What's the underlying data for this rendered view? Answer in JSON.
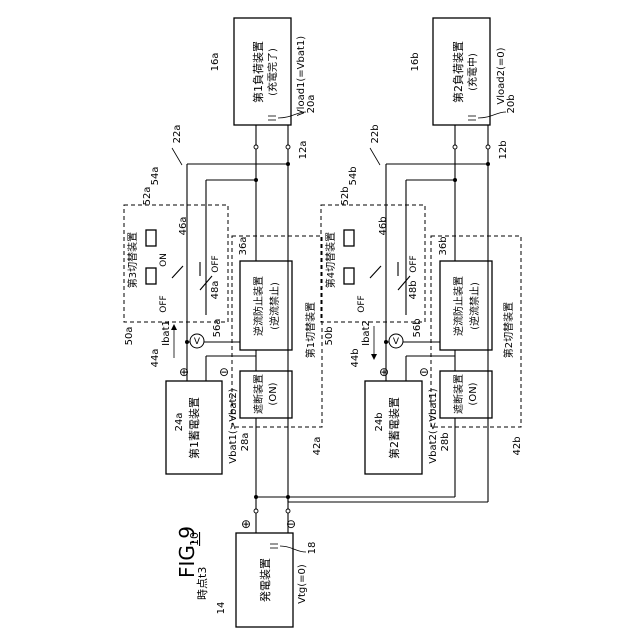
{
  "figure": {
    "title": "FIG.9",
    "time_label": "時点t3",
    "ref": "10"
  },
  "generator": {
    "ref": "14",
    "name": "発電装置",
    "voltage": "Vtg(=0)",
    "cap_ref": "18"
  },
  "battery1": {
    "ref": "24a",
    "name": "第1蓄電装置",
    "voltage": "Vbat1(>Vbat2)",
    "current": "Ibat1",
    "current_ref": "44a",
    "sensor": "V",
    "sensor_ref": "56a"
  },
  "battery2": {
    "ref": "24b",
    "name": "第2蓄電装置",
    "voltage": "Vbat2(<Vbat1)",
    "current": "Ibat2",
    "current_ref": "44b",
    "sensor": "V",
    "sensor_ref": "56b"
  },
  "load1": {
    "ref": "16a",
    "name": "第1負荷装置",
    "status": "(充電完了)",
    "voltage": "Vload1(=Vbat1)",
    "cap_ref": "20a"
  },
  "load2": {
    "ref": "16b",
    "name": "第2負荷装置",
    "status": "(充電中)",
    "voltage": "Vload2(=0)",
    "cap_ref": "20b"
  },
  "switch1": {
    "label": "第1切替装置",
    "ref": "42a",
    "cut_name": "遮断装置",
    "cut_state": "(ON)",
    "cut_ref": "28a",
    "bf_name": "逆流防止装置",
    "bf_state": "(逆流禁止)",
    "bf_ref": "36a"
  },
  "switch2": {
    "label": "第2切替装置",
    "ref": "42b",
    "cut_name": "遮断装置",
    "cut_state": "(ON)",
    "cut_ref": "28b",
    "bf_name": "逆流防止装置",
    "bf_state": "(逆流禁止)",
    "bf_ref": "36b"
  },
  "switch3": {
    "label": "第3切替装置",
    "ref_a": "50a",
    "ref_b": "52a",
    "ref_c": "54a",
    "ref_d": "46a",
    "ref_e": "48a",
    "on": "ON",
    "off": "OFF",
    "off2": "OFF"
  },
  "switch4": {
    "label": "第4切替装置",
    "ref_a": "50b",
    "ref_b": "52b",
    "ref_c": "54b",
    "ref_d": "46b",
    "ref_e": "48b",
    "off": "OFF",
    "off2": "OFF"
  },
  "lines": {
    "l22a": "22a",
    "l22b": "22b",
    "l12a": "12a",
    "l12b": "12b"
  },
  "polarity": {
    "plus": "⊕",
    "minus": "⊖"
  }
}
